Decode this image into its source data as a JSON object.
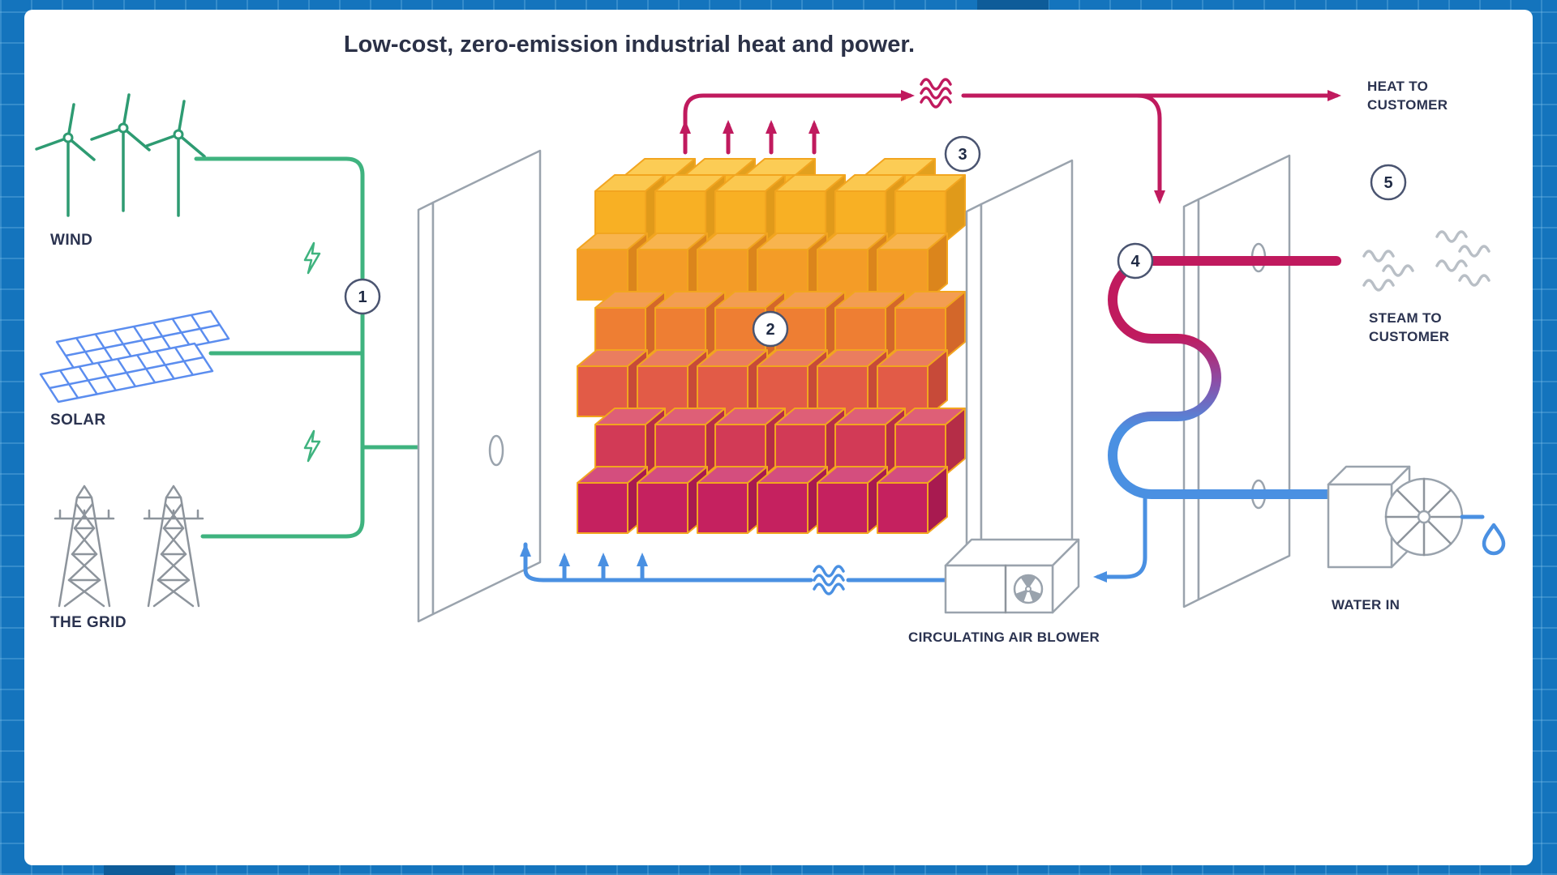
{
  "title": "Low-cost, zero-emission industrial heat and power.",
  "sources": {
    "wind": "WIND",
    "solar": "SOLAR",
    "grid": "THE GRID"
  },
  "steps": {
    "one": "1",
    "two": "2",
    "three": "3",
    "four": "4",
    "five": "5"
  },
  "outputs": {
    "heat_line1": "HEAT TO",
    "heat_line2": "CUSTOMER",
    "steam_line1": "STEAM TO",
    "steam_line2": "CUSTOMER",
    "water_in": "WATER IN",
    "blower": "CIRCULATING AIR BLOWER"
  },
  "colors": {
    "frame_blue": "#1474BD",
    "electricity_green": "#3FB37F",
    "solar_blue": "#5B8DEF",
    "grid_gray": "#8D949C",
    "heat_magenta": "#C01A5E",
    "air_blue": "#4A90E2",
    "storage_gold": "#F8B024",
    "storage_crimson": "#C5215F",
    "text_navy": "#2B3147"
  }
}
